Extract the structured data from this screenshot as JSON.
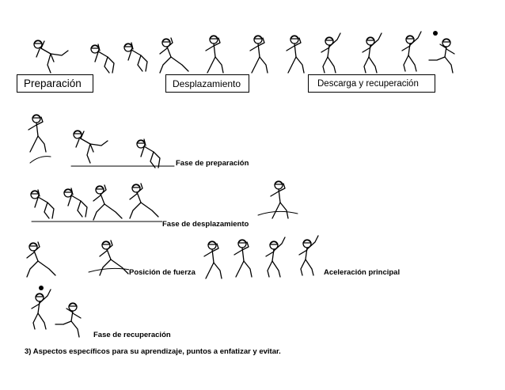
{
  "top_phases": {
    "preparation": "Preparación",
    "displacement": "Desplazamiento",
    "release": "Descarga y recuperación"
  },
  "labels": {
    "preparation_phase": "Fase de preparación",
    "displacement_phase": "Fase de desplazamiento",
    "power_position": "Posición de fuerza",
    "main_acceleration": "Aceleración principal",
    "recovery_phase": "Fase de recuperación"
  },
  "footer": {
    "text": "3) Aspectos específicos para su aprendizaje, puntos a enfatizar y evitar."
  }
}
